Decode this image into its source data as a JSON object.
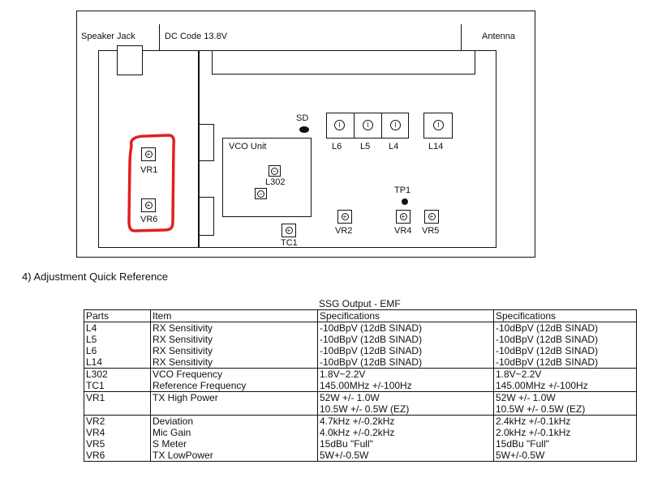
{
  "diagram": {
    "top_labels": {
      "speaker_jack": "Speaker Jack",
      "dc_code": "DC Code 13.8V",
      "antenna": "Antenna"
    },
    "vco_unit": {
      "title": "VCO Unit",
      "l302": "L302"
    },
    "sd_label": "SD",
    "coils": [
      "L6",
      "L5",
      "L4",
      "L14"
    ],
    "tp1": "TP1",
    "tc1": "TC1",
    "vr1": "VR1",
    "vr6": "VR6",
    "vr2": "VR2",
    "vr4": "VR4",
    "vr5": "VR5",
    "highlight_color": "#e02020"
  },
  "section_heading": "4) Adjustment Quick Reference",
  "table": {
    "group_header": "SSG Output - EMF",
    "columns": [
      "Parts",
      "Item",
      "Specifications",
      "Specifications"
    ],
    "rows": [
      {
        "part": "L4",
        "item": "RX Sensitivity",
        "spec1": "-10dBpV (12dB SINAD)",
        "spec2": "-10dBpV (12dB SINAD)"
      },
      {
        "part": "L5",
        "item": "RX Sensitivity",
        "spec1": "-10dBpV (12dB SINAD)",
        "spec2": "-10dBpV (12dB SINAD)"
      },
      {
        "part": "L6",
        "item": "RX Sensitivity",
        "spec1": "-10dBpV (12dB SINAD)",
        "spec2": "-10dBpV (12dB SINAD)"
      },
      {
        "part": "L14",
        "item": "RX Sensitivity",
        "spec1": "-10dBpV (12dB SINAD)",
        "spec2": "-10dBpV (12dB SINAD)"
      },
      {
        "part": "L302",
        "item": "VCO Frequency",
        "spec1": "1.8V~2.2V",
        "spec2": "1.8V~2.2V"
      },
      {
        "part": "TC1",
        "item": "Reference Frequency",
        "spec1": "145.00MHz +/-100Hz",
        "spec2": "145.00MHz +/-100Hz"
      },
      {
        "part": "VR1",
        "item": "TX High Power",
        "spec1": "52W +/- 1.0W",
        "spec2": "52W +/- 1.0W"
      },
      {
        "part": "",
        "item": "",
        "spec1": "10.5W +/- 0.5W (EZ)",
        "spec2": "10.5W +/- 0.5W (EZ)"
      },
      {
        "part": "VR2",
        "item": "Deviation",
        "spec1": "4.7kHz +/-0.2kHz",
        "spec2": "2.4kHz +/-0.1kHz"
      },
      {
        "part": "VR4",
        "item": "Mic Gain",
        "spec1": "4.0kHz +/-0.2kHz",
        "spec2": "2.0kHz +/-0.1kHz"
      },
      {
        "part": "VR5",
        "item": "S Meter",
        "spec1": "15dBu \"Full\"",
        "spec2": "15dBu \"Full\""
      },
      {
        "part": "VR6",
        "item": "TX LowPower",
        "spec1": "5W+/-0.5W",
        "spec2": "5W+/-0.5W"
      }
    ]
  }
}
